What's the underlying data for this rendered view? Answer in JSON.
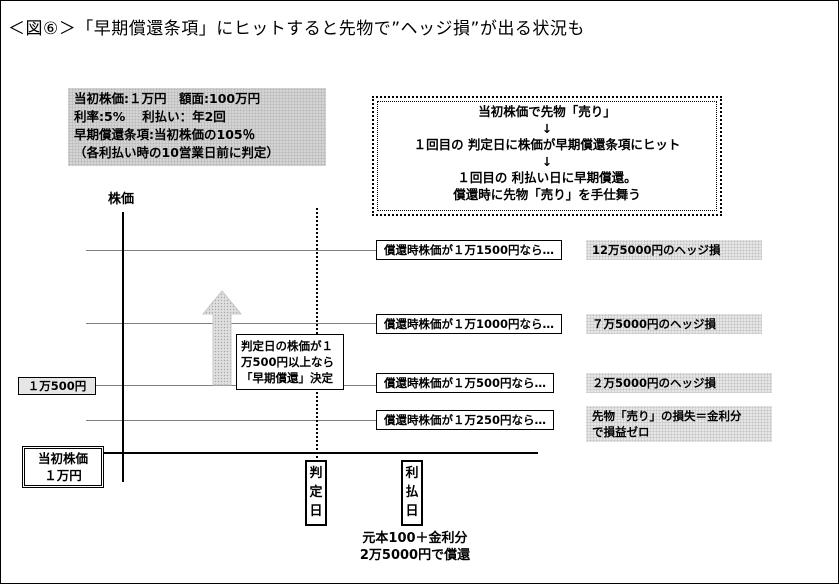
{
  "title": "＜図⑥＞「早期償還条項」にヒットすると先物で”ヘッジ損”が出る状況も",
  "conditions": [
    "当初株価:１万円　額面:100万円",
    "利率:5%　 利払い：年2回",
    "早期償還条項:当初株価の105％",
    "（各利払い時の10営業日前に判定）"
  ],
  "flow": {
    "step1": "当初株価で先物「売り」",
    "arrow1": "↓",
    "step2": "１回目の 判定日に株価が早期償還条項にヒット",
    "arrow2": "↓",
    "step3": "１回目の 利払い日に早期償還。",
    "step4": "償還時に先物「売り」を手仕舞う"
  },
  "axis": {
    "y_label": "株価",
    "price_tag": "１万500円",
    "initial_line1": "当初株価",
    "initial_line2": "１万円"
  },
  "judge_note": [
    "判定日の株価が１",
    "万500円以上なら",
    "「早期償還」決定"
  ],
  "scenarios": [
    {
      "condition": "償還時株価が１万1500円なら…",
      "result": "12万5000円のヘッジ損"
    },
    {
      "condition": "償還時株価が１万1000円なら…",
      "result": "７万5000円のヘッジ損"
    },
    {
      "condition": "償還時株価が１万500円なら…",
      "result": "２万5000円のヘッジ損"
    },
    {
      "condition": "償還時株価が１万250円なら…",
      "result_line1": "先物「売り」の損失＝金利分",
      "result_line2": "で損益ゼロ"
    }
  ],
  "timeline": {
    "judge_day": [
      "判",
      "定",
      "日"
    ],
    "payment_day": [
      "利",
      "払",
      "日"
    ]
  },
  "final_note": [
    "元本100＋金利分",
    "2万5000円で償還"
  ]
}
